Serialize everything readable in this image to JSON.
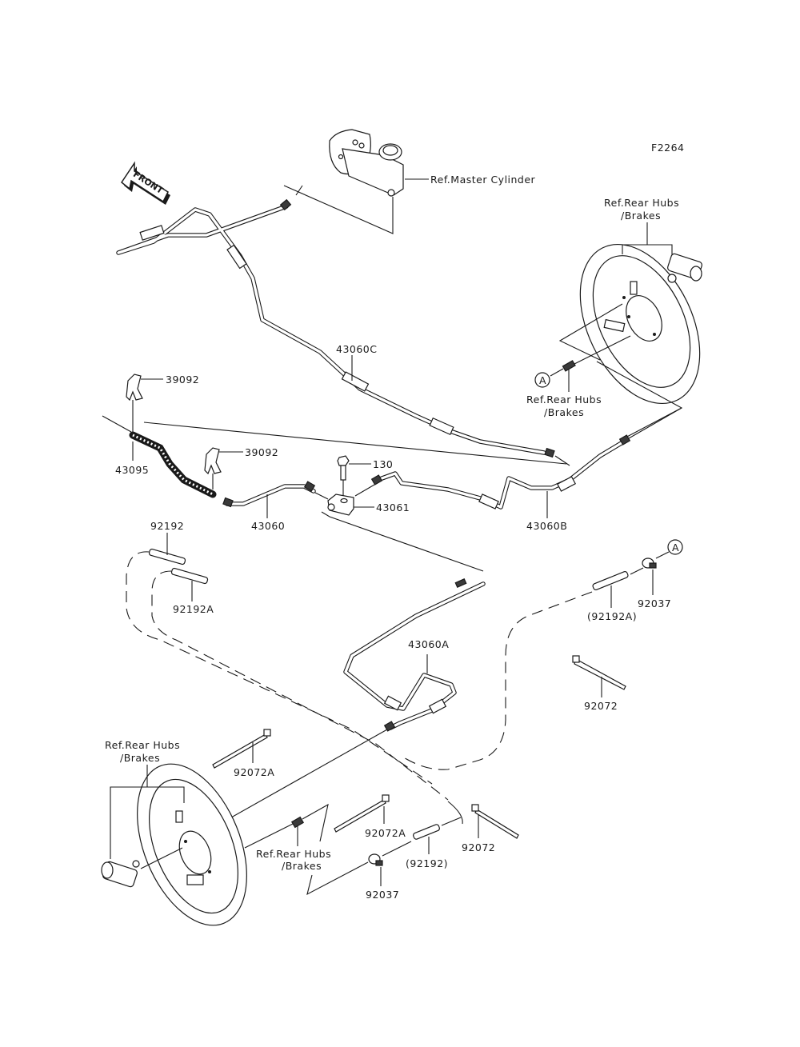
{
  "figure_id": "F2264",
  "front_arrow": {
    "label": "FRONT",
    "icon": "front-direction-arrow-icon"
  },
  "callout_marker": "A",
  "refs": {
    "master_cylinder": "Ref.Master Cylinder",
    "rear_hubs_line1": "Ref.Rear Hubs",
    "rear_hubs_line2": "/Brakes"
  },
  "parts": [
    {
      "id": "43060C",
      "label": "43060C",
      "description": "brake pipe (front section)"
    },
    {
      "id": "39092-upper",
      "label": "39092",
      "description": "clip"
    },
    {
      "id": "39092-lower",
      "label": "39092",
      "description": "clip"
    },
    {
      "id": "43095",
      "label": "43095",
      "description": "brake hose"
    },
    {
      "id": "130",
      "label": "130",
      "description": "bolt"
    },
    {
      "id": "43061",
      "label": "43061",
      "description": "joint"
    },
    {
      "id": "43060",
      "label": "43060",
      "description": "brake pipe"
    },
    {
      "id": "43060B",
      "label": "43060B",
      "description": "brake pipe"
    },
    {
      "id": "92192",
      "label": "92192",
      "description": "tube"
    },
    {
      "id": "92192A",
      "label": "92192A",
      "description": "tube"
    },
    {
      "id": "92192A-ref",
      "label": "(92192A)",
      "description": "tube (reference)"
    },
    {
      "id": "92037-right",
      "label": "92037",
      "description": "clamp"
    },
    {
      "id": "43060A",
      "label": "43060A",
      "description": "brake pipe"
    },
    {
      "id": "92072-right",
      "label": "92072",
      "description": "band"
    },
    {
      "id": "92072A-left",
      "label": "92072A",
      "description": "band"
    },
    {
      "id": "92072A-lower",
      "label": "92072A",
      "description": "band"
    },
    {
      "id": "92072-lower",
      "label": "92072",
      "description": "band"
    },
    {
      "id": "92192-ref",
      "label": "(92192)",
      "description": "tube (reference)"
    },
    {
      "id": "92037-lower",
      "label": "92037",
      "description": "clamp"
    }
  ]
}
